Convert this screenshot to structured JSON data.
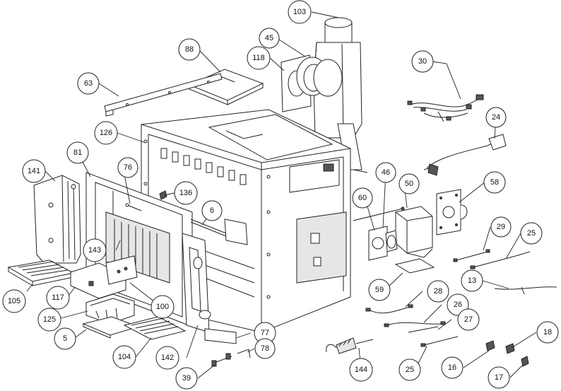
{
  "callouts": [
    {
      "id": "c103",
      "label": "103"
    },
    {
      "id": "c45",
      "label": "45"
    },
    {
      "id": "c88",
      "label": "88"
    },
    {
      "id": "c118",
      "label": "118"
    },
    {
      "id": "c63",
      "label": "63"
    },
    {
      "id": "c30",
      "label": "30"
    },
    {
      "id": "c24",
      "label": "24"
    },
    {
      "id": "c126",
      "label": "126"
    },
    {
      "id": "c81",
      "label": "81"
    },
    {
      "id": "c76",
      "label": "76"
    },
    {
      "id": "c141",
      "label": "141"
    },
    {
      "id": "c136",
      "label": "136"
    },
    {
      "id": "c6",
      "label": "6"
    },
    {
      "id": "c46",
      "label": "46"
    },
    {
      "id": "c50",
      "label": "50"
    },
    {
      "id": "c58",
      "label": "58"
    },
    {
      "id": "c60",
      "label": "60"
    },
    {
      "id": "c29",
      "label": "29"
    },
    {
      "id": "c25a",
      "label": "25"
    },
    {
      "id": "c143",
      "label": "143"
    },
    {
      "id": "c13",
      "label": "13"
    },
    {
      "id": "c59",
      "label": "59"
    },
    {
      "id": "c105",
      "label": "105"
    },
    {
      "id": "c117",
      "label": "117"
    },
    {
      "id": "c28",
      "label": "28"
    },
    {
      "id": "c100",
      "label": "100"
    },
    {
      "id": "c125",
      "label": "125"
    },
    {
      "id": "c26",
      "label": "26"
    },
    {
      "id": "c27",
      "label": "27"
    },
    {
      "id": "c5",
      "label": "5"
    },
    {
      "id": "c77",
      "label": "77"
    },
    {
      "id": "c18",
      "label": "18"
    },
    {
      "id": "c104",
      "label": "104"
    },
    {
      "id": "c142",
      "label": "142"
    },
    {
      "id": "c78",
      "label": "78"
    },
    {
      "id": "c16",
      "label": "16"
    },
    {
      "id": "c25b",
      "label": "25"
    },
    {
      "id": "c144",
      "label": "144"
    },
    {
      "id": "c39",
      "label": "39"
    },
    {
      "id": "c17",
      "label": "17"
    }
  ]
}
